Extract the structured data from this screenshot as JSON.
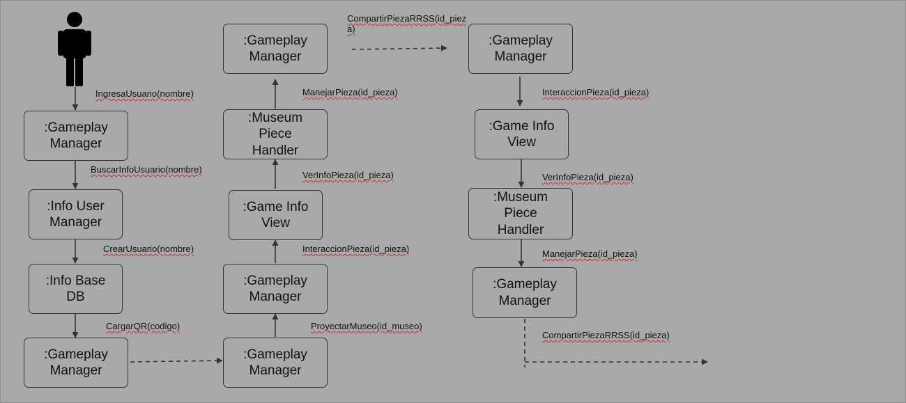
{
  "boxes": [
    {
      "id": "b1",
      "label": ":Gameplay\nManager"
    },
    {
      "id": "b2",
      "label": ":Info User\nManager"
    },
    {
      "id": "b3",
      "label": ":Info Base\nDB"
    },
    {
      "id": "b4",
      "label": ":Gameplay\nManager"
    },
    {
      "id": "b5",
      "label": ":Gameplay\nManager"
    },
    {
      "id": "b6",
      "label": ":Gameplay\nManager"
    },
    {
      "id": "b7",
      "label": ":Game Info\nView"
    },
    {
      "id": "b8",
      "label": ":Museum\nPiece\nHandler"
    },
    {
      "id": "b9",
      "label": ":Gameplay\nManager"
    },
    {
      "id": "b10",
      "label": ":Gameplay\nManager"
    },
    {
      "id": "b11",
      "label": ":Game Info\nView"
    },
    {
      "id": "b12",
      "label": ":Museum\nPiece\nHandler"
    },
    {
      "id": "b13",
      "label": ":Gameplay\nManager"
    }
  ],
  "messages": [
    {
      "id": "m1",
      "label": "IngresaUsuario(nombre)"
    },
    {
      "id": "m2",
      "label": "BuscarInfoUsuario(nombre)"
    },
    {
      "id": "m3",
      "label": "CrearUsuario(nombre)"
    },
    {
      "id": "m4",
      "label": "CargarQR(codigo)"
    },
    {
      "id": "m5",
      "label": "ProyectarMuseo(id_museo)"
    },
    {
      "id": "m6",
      "label": "InteraccionPieza(id_pieza)"
    },
    {
      "id": "m7",
      "label": "VerInfoPieza(id_pieza)"
    },
    {
      "id": "m8",
      "label": "ManejarPieza(id_pieza)"
    },
    {
      "id": "m9",
      "label": "CompartirPiezaRRSS(id_pieza)"
    },
    {
      "id": "m10",
      "label": "InteraccionPieza(id_pieza)"
    },
    {
      "id": "m11",
      "label": "VerInfoPieza(id_pieza)"
    },
    {
      "id": "m12",
      "label": "ManejarPieza(id_pieza)"
    },
    {
      "id": "m13",
      "label": "CompartirPiezaRRSS(id_pieza)"
    }
  ]
}
